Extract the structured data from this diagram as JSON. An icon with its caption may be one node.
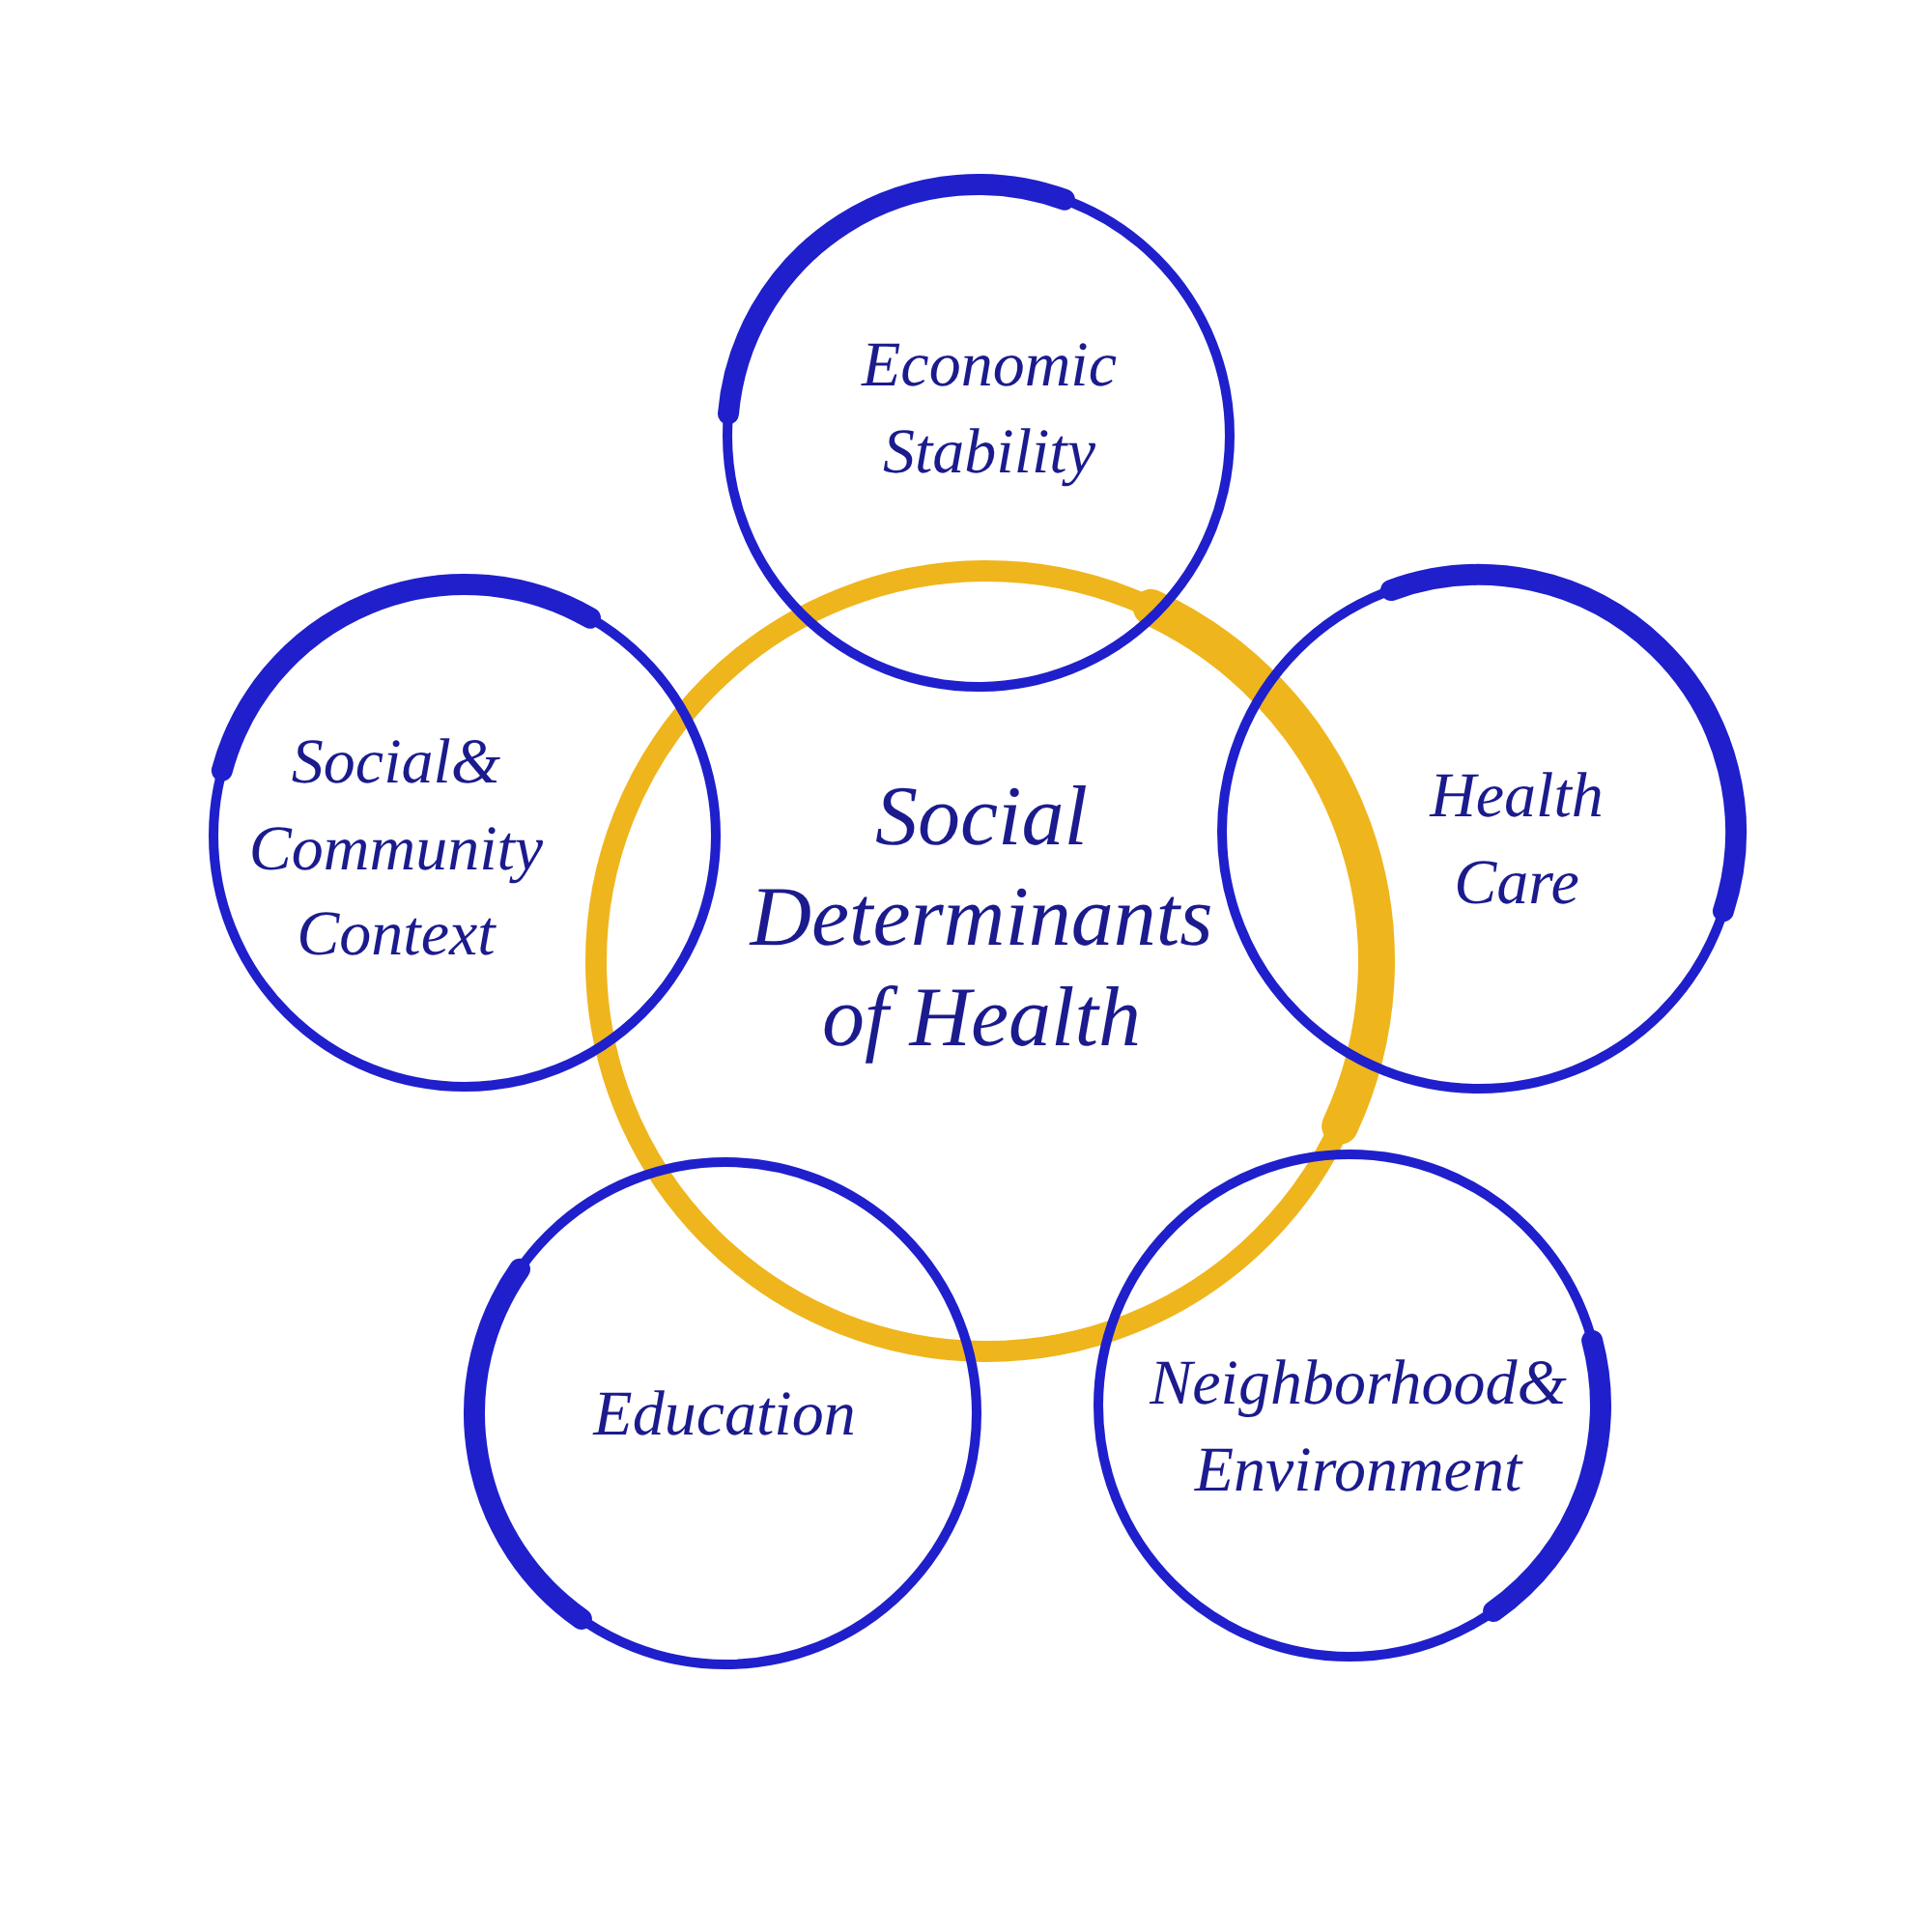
{
  "diagram": {
    "nodes": [
      {
        "text": [
          "Social Determinants of Health"
        ]
      },
      {
        "text": [
          "Economic Stability"
        ]
      },
      {
        "text": [
          "Health Care"
        ]
      },
      {
        "text": [
          "Neighborhood& Environment"
        ]
      },
      {
        "text": [
          "Education"
        ]
      },
      {
        "text": [
          "Social& Community Context"
        ]
      }
    ]
  }
}
